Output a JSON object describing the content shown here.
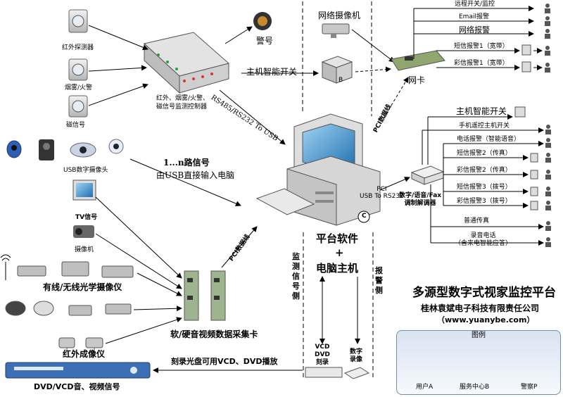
{
  "sensors": {
    "infrared_detector": "红外探测器",
    "smoke_fire": "烟雾/火警",
    "magnetic": "磁信号",
    "controller": "红外、烟雾/火警、\n磁信号监测控制器",
    "alarm": "警号"
  },
  "rs485_label": "RS485/RS232 To USB",
  "usb_camera_label": "USB数字摄像头",
  "usb_signal_line1": "1...n路信号",
  "usb_signal_line2": "由USB直接输入电脑",
  "tv_signal": "TV信号",
  "camcorder": "摄像机",
  "optical_cameras": "有线/无线光学摄像仪",
  "pci_line_left": "PCI数据线",
  "capture_card": "软/硬音视频数据采集卡",
  "infrared_camera": "红外成像仪",
  "dvd_player": "DVD/VCD音、视频信号",
  "burn_label": "刻录光盘可用VCD、DVD播放",
  "vcd_dvd_burn": "VCD\nDVD\n刻录",
  "digital_recorder": "数字\n录像",
  "monitor_side": "监\n测\n信\n号\n侧",
  "alarm_side": "报\n警\n侧",
  "platform_line1": "平台软件",
  "platform_plus": "+",
  "platform_line2": "电脑主机",
  "network_camera": "网络摄像机",
  "host_switch_top": "主机智能开关",
  "network_card": "网卡",
  "pci_line_right": "PCI数据线",
  "pci_usb_label": "PCI\nUSB To RS232",
  "c_badge": "C",
  "b_badge": "B",
  "network_outputs": [
    "远程开关/监控",
    "Email报警",
    "网络报警",
    "短信报警1（宽带）",
    "彩信报警1（宽带）"
  ],
  "host_switch_right": "主机智能开关",
  "modem": "数字/语音/Fax\n调制解调器",
  "modem_outputs": [
    "手机遥控主机开关",
    "电话报警（智能语音）",
    "短信报警2（传真）",
    "彩信报警2（传真）",
    "短信报警3（拨号）",
    "彩信报警3（拨号）",
    "普通传真",
    "录音电话\n（含来电智能应答）"
  ],
  "title": "多源型数字式视家监控平台",
  "company": "桂林袁斌电子科技有限责任公司",
  "website": "（www.yuanybe.com）",
  "legend": {
    "title": "图例",
    "user": "用户A",
    "service": "服务中心B",
    "police": "警察P"
  },
  "colors": {
    "line": "#000000",
    "device": "#d9d9d9",
    "screen": "#2d8bc9",
    "legend_border": "#6f8fb8"
  }
}
